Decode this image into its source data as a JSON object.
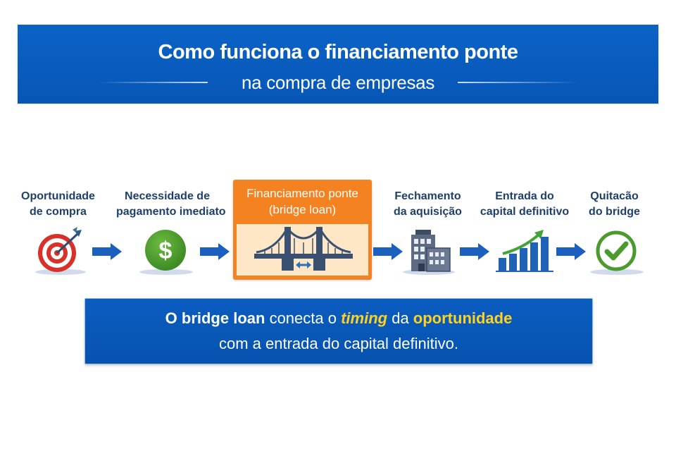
{
  "header": {
    "title_line1": "Como funciona o financiamento ponte",
    "title_line2": "na compra de empresas"
  },
  "steps": [
    {
      "line1": "Oportunidade",
      "line2": "de compra",
      "icon": "target-icon"
    },
    {
      "line1": "Necessidade de",
      "line2": "pagamento imediato",
      "icon": "dollar-coin-icon"
    },
    {
      "line1": "Financiamento ponte",
      "line2": "(bridge loan)",
      "icon": "bridge-icon"
    },
    {
      "line1": "Fechamento",
      "line2": "da aquisição",
      "icon": "building-icon"
    },
    {
      "line1": "Entrada do",
      "line2": "capital definitivo",
      "icon": "growth-chart-icon"
    },
    {
      "line1": "Quitacão",
      "line2": "do bridge",
      "icon": "check-circle-icon"
    }
  ],
  "footer": {
    "part1": "O bridge loan",
    "part2": " conecta o ",
    "part3": "timing",
    "part4": " da ",
    "part5": "oportunidade",
    "line2": "com a entrada do capital definitivo."
  },
  "colors": {
    "primary_blue": "#0756b6",
    "orange": "#f58220",
    "orange_light": "#fde7c7",
    "highlight_yellow": "#ffd21f",
    "label_navy": "#1f3f6b",
    "green": "#4a9a2e",
    "red": "#d9302a"
  }
}
